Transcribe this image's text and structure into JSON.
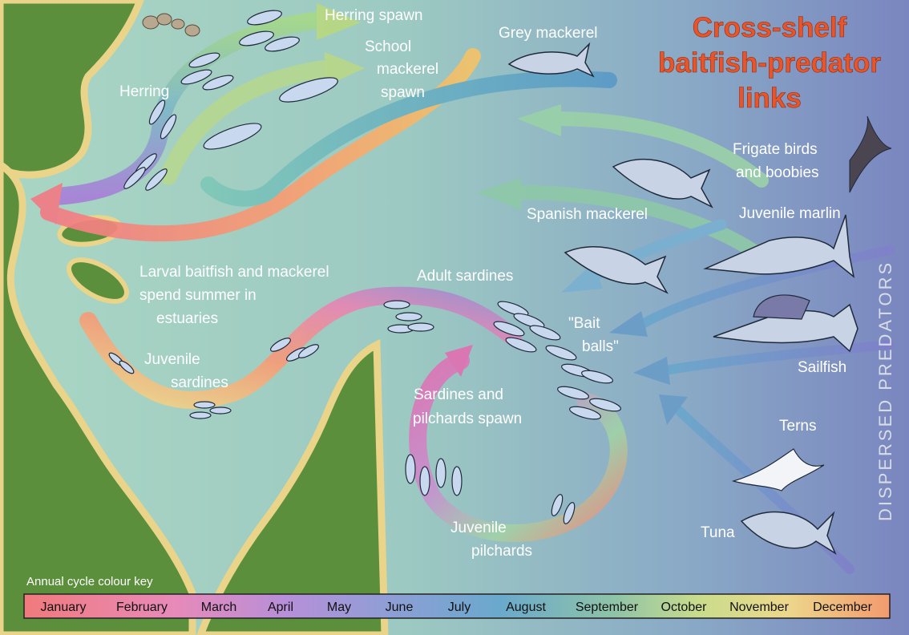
{
  "title": {
    "line1": "Cross-shelf",
    "line2": "baitfish-predator",
    "line3": "links"
  },
  "labels": {
    "herring_spawn": "Herring spawn",
    "school_mackerel_spawn_1": "School",
    "school_mackerel_spawn_2": "mackerel",
    "school_mackerel_spawn_3": "spawn",
    "grey_mackerel": "Grey mackerel",
    "herring": "Herring",
    "frigate_1": "Frigate birds",
    "frigate_2": "and boobies",
    "spanish_mackerel": "Spanish mackerel",
    "juvenile_marlin": "Juvenile marlin",
    "larval_1": "Larval baitfish and mackerel",
    "larval_2": "spend summer in",
    "larval_3": "estuaries",
    "adult_sardines": "Adult sardines",
    "bait_balls_1": "\"Bait",
    "bait_balls_2": "balls\"",
    "sailfish": "Sailfish",
    "juvenile_sardines_1": "Juvenile",
    "juvenile_sardines_2": "sardines",
    "spawn_1": "Sardines and",
    "spawn_2": "pilchards spawn",
    "terns": "Terns",
    "juvenile_pilchards_1": "Juvenile",
    "juvenile_pilchards_2": "pilchards",
    "tuna": "Tuna",
    "dispersed_predators": "DISPERSED PREDATORS"
  },
  "key": {
    "title": "Annual cycle colour key",
    "months": [
      "January",
      "February",
      "March",
      "April",
      "May",
      "June",
      "July",
      "August",
      "September",
      "October",
      "November",
      "December"
    ]
  },
  "colors": {
    "ocean_left": "#a7d4c4",
    "ocean_right": "#7f92c2",
    "land": "#5a8f3a",
    "beach": "#ead48c",
    "title": "#e8552a",
    "month_jan": "#f27b7e",
    "month_apr": "#b58fd8",
    "month_jul": "#5fa8c8",
    "month_oct": "#e4d88a",
    "month_dec": "#f39a6e"
  }
}
